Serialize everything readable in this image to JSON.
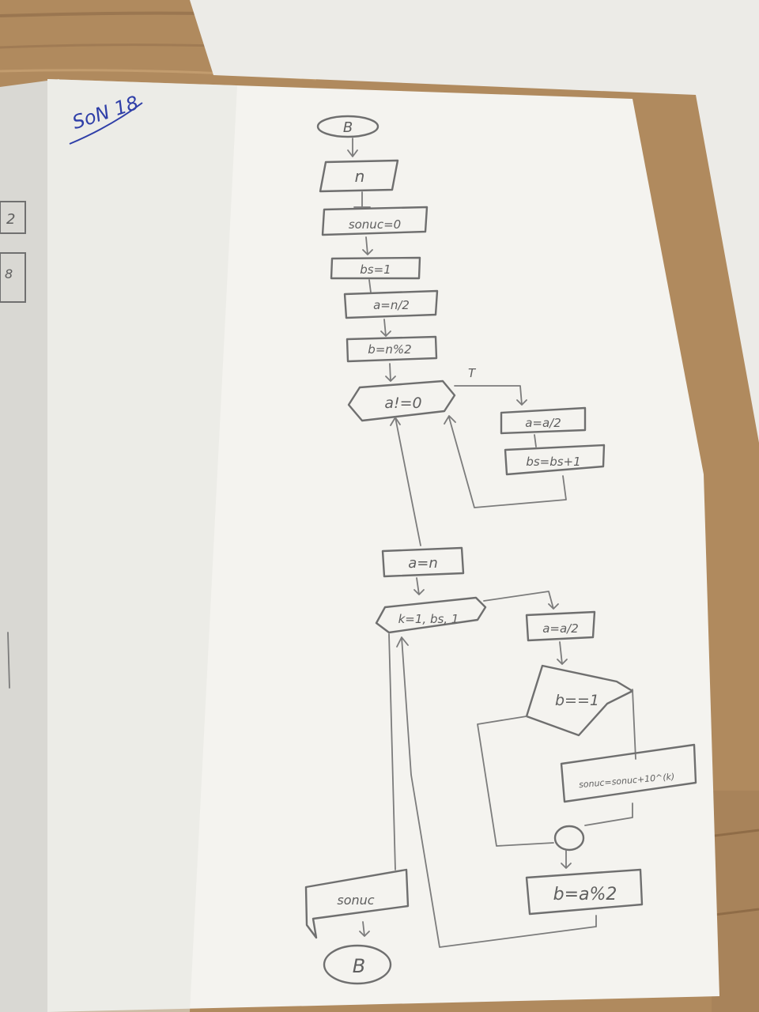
{
  "photo": {
    "subject": "handwritten flowchart on paper",
    "colors": {
      "desk": "#b08a5e",
      "paper": "#f4f3ef",
      "pencil": "#6f6f6f",
      "blue_ink": "#2f3fa8"
    }
  },
  "corner_note": "SoN 18",
  "left_page": {
    "box_top": "2",
    "box_bottom": "8"
  },
  "flowchart": {
    "start": "B",
    "input": "n",
    "init_sonuc": "sonuc=0",
    "init_bs": "bs=1",
    "init_a": "a=n/2",
    "init_b": "b=n%2",
    "loop_condition": "a!=0",
    "true_label": "T",
    "loop_a": "a=a/2",
    "loop_bs": "bs=bs+1",
    "reset_a": "a=n",
    "for_loop": "k=1, bs, 1",
    "div_a": "a=a/2",
    "decision": "b==1",
    "update_sonuc": "sonuc=sonuc+10^(k)",
    "update_b": "b=a%2",
    "output": "sonuc",
    "end": "B"
  }
}
